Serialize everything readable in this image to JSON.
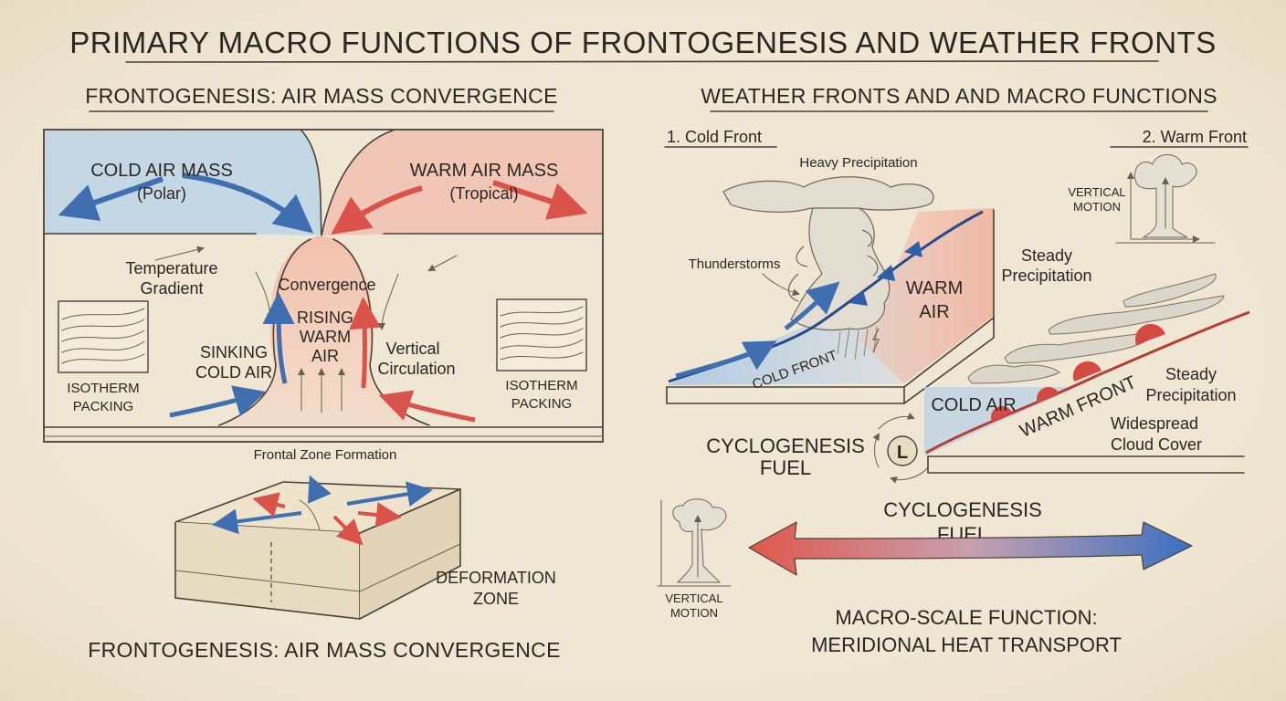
{
  "title": "PRIMARY MACRO FUNCTIONS OF FRONTOGENESIS AND WEATHER FRONTS",
  "left": {
    "heading": "FRONTOGENESIS: AIR MASS CONVERGENCE",
    "cold_air_mass": "COLD AIR MASS",
    "cold_air_mass_sub": "(Polar)",
    "warm_air_mass": "WARM AIR MASS",
    "warm_air_mass_sub": "(Tropical)",
    "temperature_gradient_1": "Temperature",
    "temperature_gradient_2": "Gradient",
    "convergence": "Convergence",
    "rising_1": "RISING",
    "rising_2": "WARM",
    "rising_3": "AIR",
    "sinking_1": "SINKING",
    "sinking_2": "COLD AIR",
    "vertical_circulation_1": "Vertical",
    "vertical_circulation_2": "Circulation",
    "isotherm_left_1": "ISOTHERM",
    "isotherm_left_2": "PACKING",
    "isotherm_right_1": "ISOTHERM",
    "isotherm_right_2": "PACKING",
    "frontal_zone": "Frontal Zone Formation",
    "deformation_1": "DEFORMATION",
    "deformation_2": "ZONE",
    "footer": "FRONTOGENESIS: AIR MASS CONVERGENCE"
  },
  "right": {
    "heading": "WEATHER FRONTS AND AND MACRO FUNCTIONS",
    "cold_front_heading": "1. Cold Front",
    "warm_front_heading": "2. Warm Front",
    "heavy_precip": "Heavy Precipitation",
    "thunderstorms": "Thunderstorms",
    "warm_air_1": "WARM",
    "warm_air_2": "AIR",
    "cold_front_label": "COLD FRONT",
    "vertical_motion_top_1": "VERTICAL",
    "vertical_motion_top_2": "MOTION",
    "steady_precip_top_1": "Steady",
    "steady_precip_top_2": "Precipitation",
    "steady_precip_right_1": "Steady",
    "steady_precip_right_2": "Precipitation",
    "cold_air": "COLD AIR",
    "warm_front_label": "WARM FRONT",
    "widespread_1": "Widespread",
    "widespread_2": "Cloud Cover",
    "cyclogenesis_left_1": "CYCLOGENESIS",
    "cyclogenesis_left_2": "FUEL",
    "low_symbol": "L",
    "cyclogenesis_center_1": "CYCLOGENESIS",
    "cyclogenesis_center_2": "FUEL",
    "vertical_motion_bottom_1": "VERTICAL",
    "vertical_motion_bottom_2": "MOTION",
    "macro_1": "MACRO-SCALE FUNCTION:",
    "macro_2": "MERIDIONAL HEAT TRANSPORT"
  },
  "colors": {
    "cold": "#3f6fb0",
    "warm": "#d9534a",
    "cold_wash": "#bcd3e6",
    "warm_wash": "#f1c0b0",
    "paper": "#efe6d3",
    "ink": "#2b2720"
  }
}
